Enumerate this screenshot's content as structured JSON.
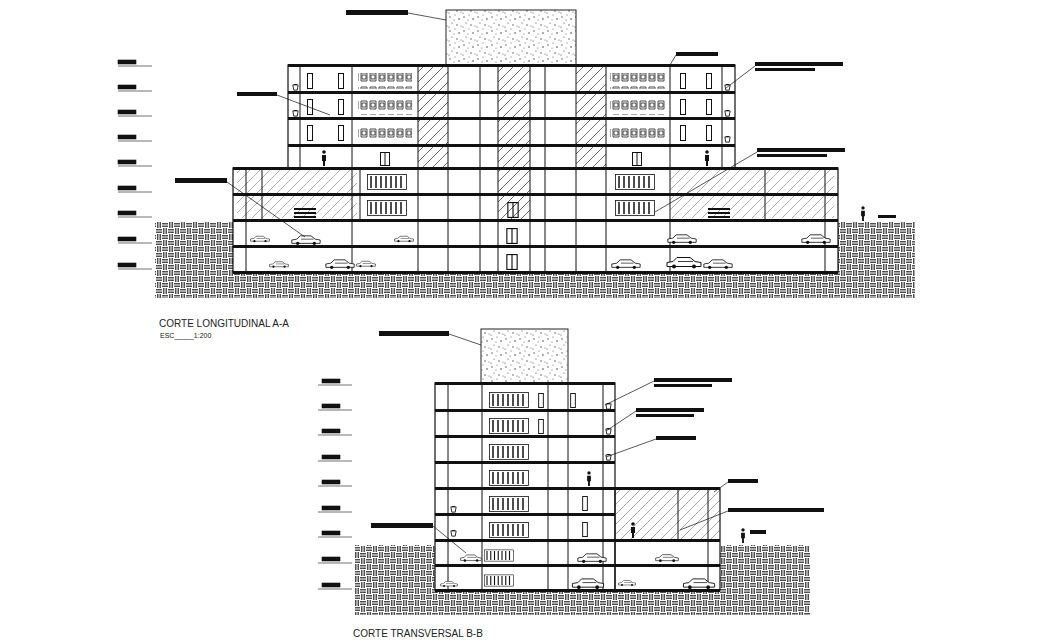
{
  "diagram": {
    "labels": [
      "CORTE LONGITUDINAL A-A",
      "ESC_____1:200",
      "CORTE TRANSVERSAL B-B"
    ]
  }
}
